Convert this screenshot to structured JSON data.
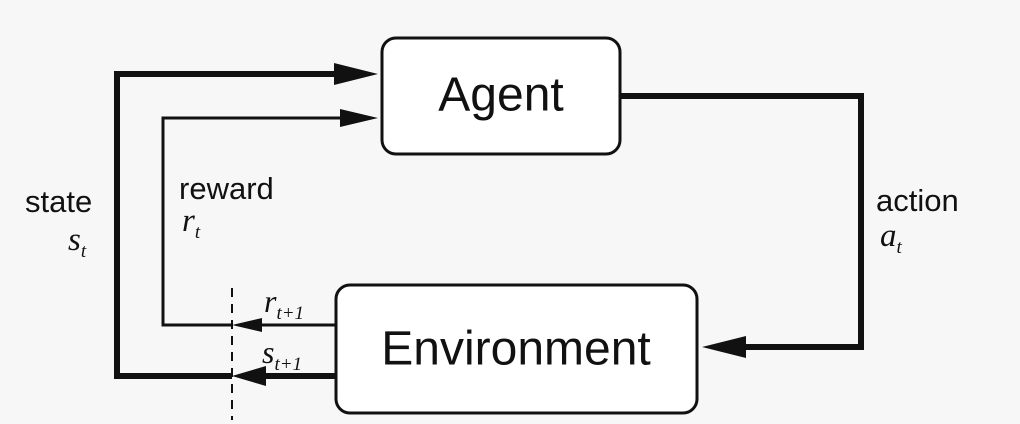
{
  "nodes": {
    "agent": "Agent",
    "environment": "Environment"
  },
  "labels": {
    "state": "state",
    "state_symbol": "s",
    "state_sub": "t",
    "reward": "reward",
    "reward_symbol": "r",
    "reward_sub": "t",
    "action": "action",
    "action_symbol": "a",
    "action_sub": "t",
    "next_reward_symbol": "r",
    "next_reward_sub": "t+1",
    "next_state_symbol": "s",
    "next_state_sub": "t+1"
  }
}
